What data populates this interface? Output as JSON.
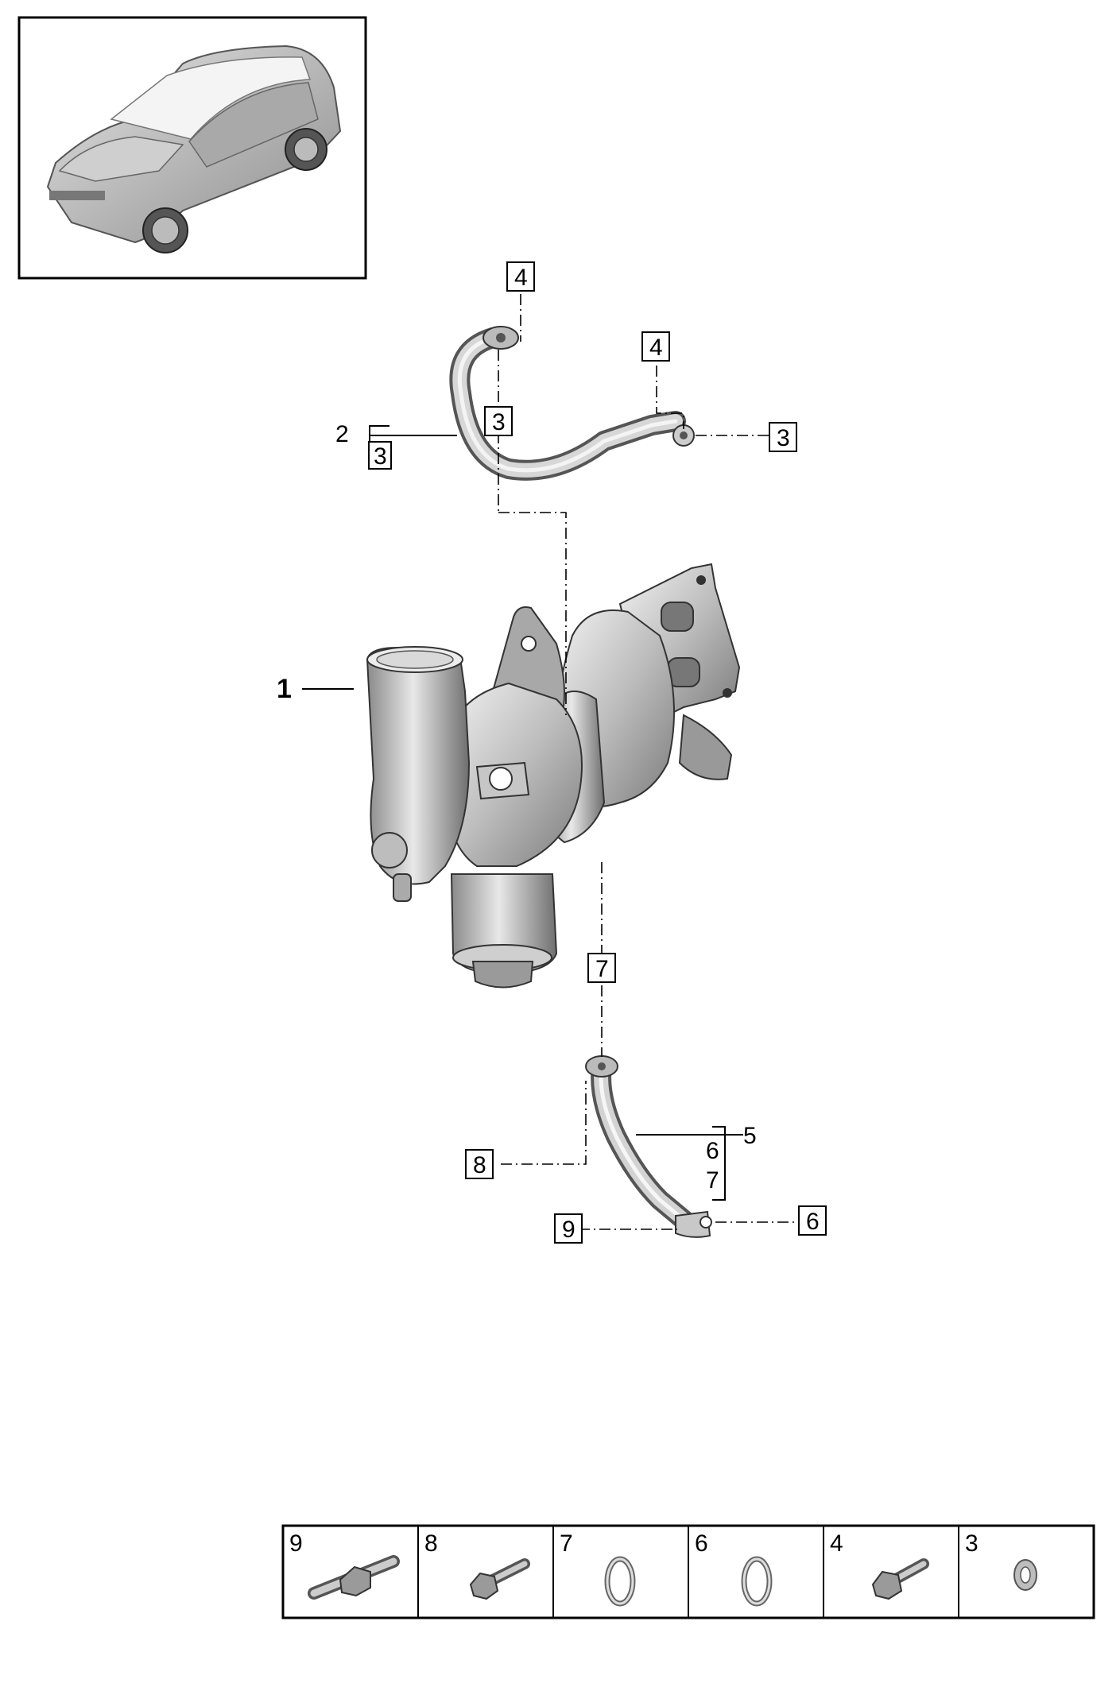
{
  "callouts": {
    "c1": "1",
    "c2": "2",
    "c2_sub": "3",
    "c3_top": "3",
    "c3_right": "3",
    "c4_top": "4",
    "c4_right": "4",
    "c5": "5",
    "c5_sub_a": "6",
    "c5_sub_b": "7",
    "c6": "6",
    "c7": "7",
    "c8": "8",
    "c9": "9"
  },
  "legend": [
    {
      "num": "9",
      "icon": "stud-icon"
    },
    {
      "num": "8",
      "icon": "bolt-icon"
    },
    {
      "num": "7",
      "icon": "seal-ring-icon"
    },
    {
      "num": "6",
      "icon": "seal-ring-icon"
    },
    {
      "num": "4",
      "icon": "bolt-icon"
    },
    {
      "num": "3",
      "icon": "sealing-washer-icon"
    }
  ]
}
